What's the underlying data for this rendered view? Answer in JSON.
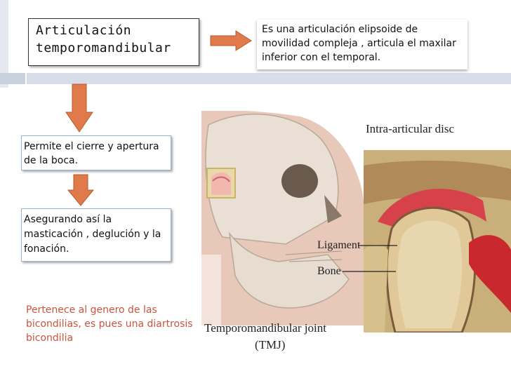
{
  "title": "Articulación temporomandibular",
  "definition": "Es una articulación elipsoide de movilidad compleja , articula el maxilar  inferior  con el temporal.",
  "flow": [
    "Permite el cierre y apertura de la boca.",
    "Asegurando así la masticación , deglución y la fonación."
  ],
  "classification": "Pertenece al genero de las bicondilias, es  pues una diartrosis bicondilia",
  "image_labels": {
    "disc": "Intra-articular disc",
    "ligament": "Ligament",
    "bone": "Bone",
    "joint": "Temporomandibular joint",
    "abbr": "(TMJ)"
  },
  "colors": {
    "arrow": "#e07a4a",
    "arrow_edge": "#b85a30",
    "classification_text": "#c8553d",
    "box_border": "#9ab3d1"
  }
}
